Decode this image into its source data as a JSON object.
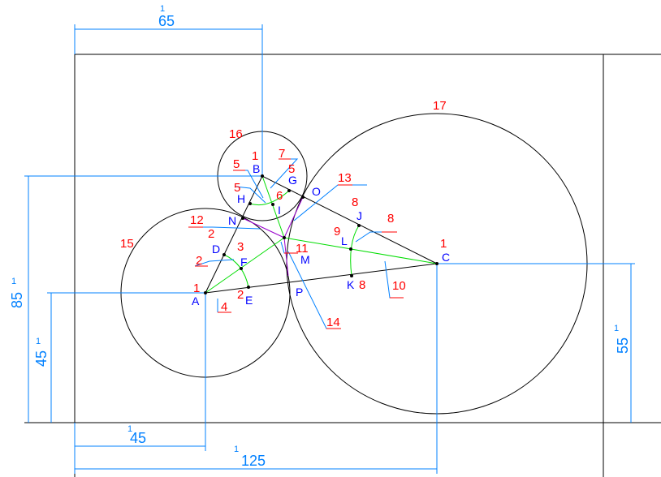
{
  "colors": {
    "geometry": "#000000",
    "dimension": "#0080ff",
    "bisector": "#00dd00",
    "purple": "#9900cc",
    "point_label": "#0000ff",
    "number_label": "#ff0000",
    "leader": "#0080ff"
  },
  "dimensions": {
    "top": {
      "value": "65",
      "sup": "1"
    },
    "left_outer": {
      "value": "85",
      "sup": "1"
    },
    "left_inner": {
      "value": "45",
      "sup": "1"
    },
    "bottom_short": {
      "value": "45",
      "sup": "1"
    },
    "bottom_long": {
      "value": "125",
      "sup": "1"
    },
    "right": {
      "value": "55",
      "sup": "1"
    }
  },
  "points": {
    "A": "A",
    "B": "B",
    "C": "C",
    "D": "D",
    "E": "E",
    "F": "F",
    "G": "G",
    "H": "H",
    "I": "I",
    "J": "J",
    "K": "K",
    "L": "L",
    "M": "M",
    "N": "N",
    "O": "O",
    "P": "P"
  },
  "step_labels": {
    "a1": "1",
    "b1": "1",
    "c1": "1",
    "d2": "2",
    "e2": "2",
    "f3": "3",
    "l4": "4",
    "h5": "5",
    "h5b": "5",
    "g5": "5",
    "i6": "6",
    "l7": "7",
    "j8": "8",
    "j8b": "8",
    "k8": "8",
    "l9": "9",
    "l10": "10",
    "m11": "11",
    "n12": "12",
    "o13": "13",
    "p14": "14",
    "c15": "15",
    "c16": "16",
    "c17": "17",
    "n2": "2"
  }
}
